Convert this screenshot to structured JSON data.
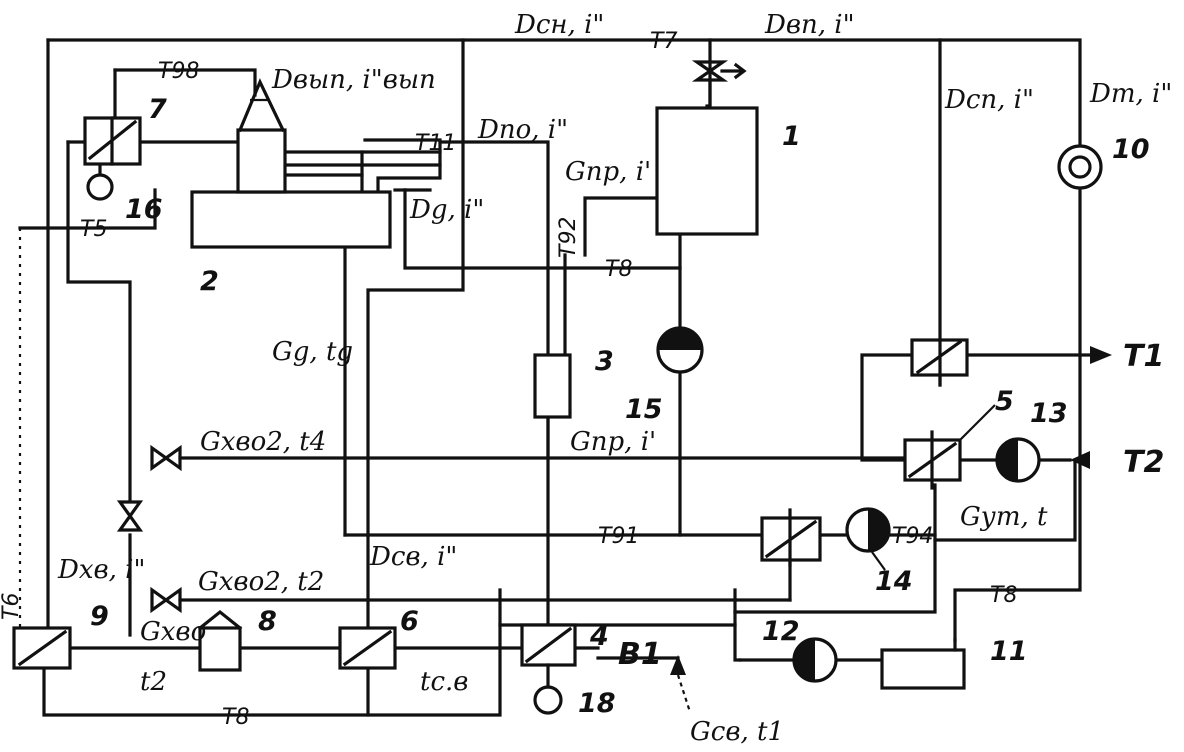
{
  "labels": {
    "d_sn": "Dсн, i\"",
    "t7": "T7",
    "d_vp": "Dвп, i\"",
    "t98": "T98",
    "d_vyp": "Dвып, i\"вып",
    "d_sp": "Dсп, i\"",
    "d_t": "Dт, i\"",
    "t11": "T11",
    "d_po": "Dпо, i\"",
    "g_pr_top": "Gпр, i'",
    "t5": "T5",
    "d_g": "Dg, i\"",
    "t92": "T92",
    "t8_mid": "T8",
    "g_g": "Gg, tg",
    "g_hvo2_t4": "Gхво2, t4",
    "g_pr_mid": "Gпр, i'",
    "t1": "T1",
    "t2": "T2",
    "g_ut": "Gут, t",
    "t91": "T91",
    "t94": "T94",
    "d_hv": "Dхв, i\"",
    "g_hvo2_t2": "Gхво2, t2",
    "d_sv": "Dсв, i\"",
    "t8_right": "T8",
    "t6": "T6",
    "g_hvo": "Gхво",
    "t_2": "t2",
    "t_sv": "tс.в",
    "b1": "B1",
    "t8_bottom": "T8",
    "g_sv": "Gсв, t1"
  },
  "numbers": {
    "n1": "1",
    "n2": "2",
    "n3": "3",
    "n4": "4",
    "n5": "5",
    "n6": "6",
    "n7": "7",
    "n8": "8",
    "n9": "9",
    "n10": "10",
    "n11": "11",
    "n12": "12",
    "n13": "13",
    "n14": "14",
    "n15": "15",
    "n16": "16",
    "n18": "18"
  }
}
